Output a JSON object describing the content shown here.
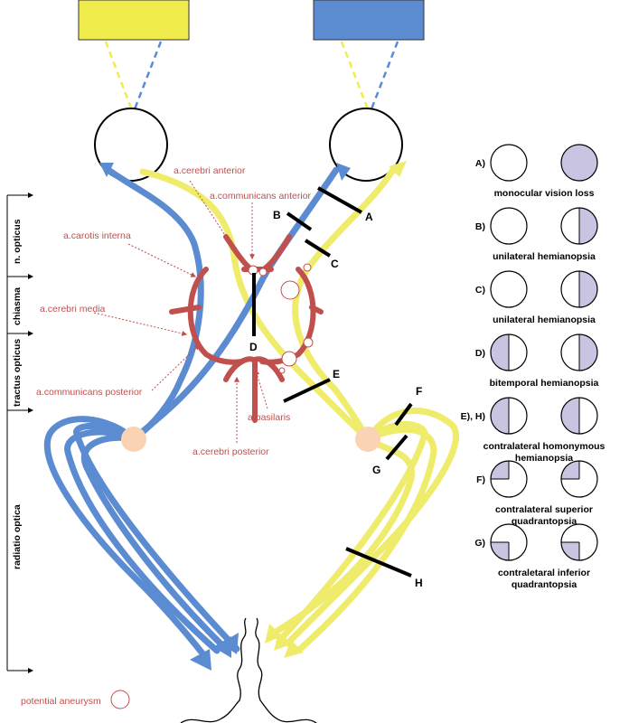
{
  "colors": {
    "left_field": "#f0ec4c",
    "right_field": "#5b8bd1",
    "blue_path": "#5b8bd1",
    "yellow_path": "#eeec6a",
    "artery": "#c0504d",
    "geniculate": "#f9d3b4",
    "loss": "#c9c4e2"
  },
  "artery_labels": {
    "cerebri_anterior": "a.cerebri anterior",
    "communicans_anterior": "a.communicans anterior",
    "carotis_interna": "a.carotis interna",
    "cerebri_media": "a.cerebri media",
    "communicans_posterior": "a.communicans posterior",
    "basilaris": "a.basilaris",
    "cerebri_posterior": "a.cerebri posterior"
  },
  "lesion_letters": {
    "A": "A",
    "B": "B",
    "C": "C",
    "D": "D",
    "E": "E",
    "F": "F",
    "G": "G",
    "H": "H"
  },
  "side_labels": {
    "n_opticus": "n. opticus",
    "chiasma": "chiasma",
    "tractus_opticus": "tractus opticus",
    "radiatio_optica": "radiatio optica"
  },
  "legend": [
    {
      "key": "A)",
      "caption": [
        "monocular vision loss"
      ],
      "left": "none",
      "right": "full"
    },
    {
      "key": "B)",
      "caption": [
        "unilateral hemianopsia"
      ],
      "left": "none",
      "right": "right-half"
    },
    {
      "key": "C)",
      "caption": [
        "unilateral hemianopsia"
      ],
      "left": "none",
      "right": "right-half"
    },
    {
      "key": "D)",
      "caption": [
        "bitemporal hemianopsia"
      ],
      "left": "left-half",
      "right": "right-half"
    },
    {
      "key": "E), H)",
      "caption": [
        "contralateral homonymous",
        "hemianopsia"
      ],
      "left": "left-half",
      "right": "left-half"
    },
    {
      "key": "F)",
      "caption": [
        "contralateral superior",
        "quadrantopsia"
      ],
      "left": "upper-left",
      "right": "upper-left"
    },
    {
      "key": "G)",
      "caption": [
        "contraletaral inferior",
        "quadrantopsia"
      ],
      "left": "lower-left",
      "right": "lower-left"
    }
  ],
  "aneurysm_label": "potential aneurysm"
}
